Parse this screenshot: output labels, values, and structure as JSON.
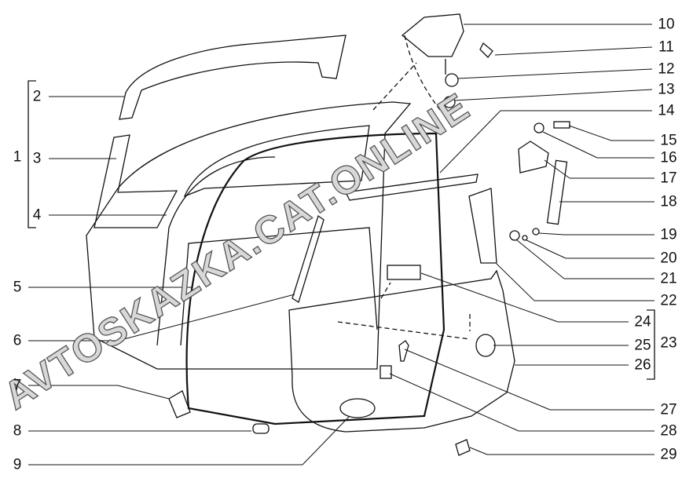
{
  "diagram": {
    "title": "Tailgate (rear door) assembly parts",
    "watermark": "AVTOSKAZKA.CAT.ONLINE",
    "callouts": [
      "1",
      "2",
      "3",
      "4",
      "5",
      "6",
      "7",
      "8",
      "9",
      "10",
      "11",
      "12",
      "13",
      "14",
      "15",
      "16",
      "17",
      "18",
      "19",
      "20",
      "21",
      "22",
      "23",
      "24",
      "25",
      "26",
      "27",
      "28",
      "29"
    ]
  }
}
